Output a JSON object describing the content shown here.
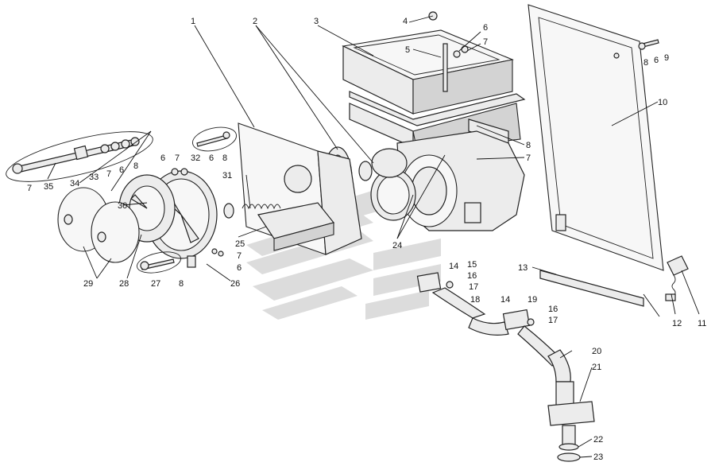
{
  "callouts": [
    "1",
    "2",
    "3",
    "4",
    "5",
    "6",
    "7",
    "8",
    "9",
    "10",
    "11",
    "12",
    "13",
    "14",
    "15",
    "16",
    "17",
    "18",
    "19",
    "20",
    "21",
    "22",
    "23",
    "24",
    "25",
    "26",
    "27",
    "28",
    "29",
    "30",
    "31",
    "32",
    "33",
    "34",
    "35"
  ],
  "callout_tokens": {
    "c1": "1",
    "c2": "2",
    "c3": "3",
    "c4": "4",
    "c5": "5",
    "c6": "6",
    "c7": "7",
    "c8": "8",
    "c9": "9",
    "c10": "10",
    "c11": "11",
    "c12": "12",
    "c13": "13",
    "c14": "14",
    "c15": "15",
    "c16": "16",
    "c17": "17",
    "c18": "18",
    "c19": "19",
    "c20": "20",
    "c21": "21",
    "c22": "22",
    "c23": "23",
    "c24": "24",
    "c25": "25",
    "c26": "26",
    "c27": "27",
    "c28": "28",
    "c29": "29",
    "c30": "30",
    "c31": "31",
    "c32": "32",
    "c33": "33",
    "c34": "34",
    "c35": "35"
  },
  "colors": {
    "line": "#222222",
    "fill": "#ececec",
    "watermark": "#dcdcdc",
    "background": "#ffffff"
  }
}
